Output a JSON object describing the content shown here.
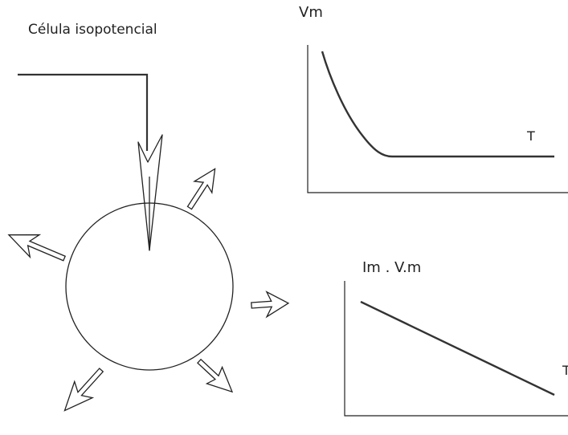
{
  "title": "Célula isopotencial",
  "top_graph": {
    "y_label": "Vm",
    "x_label": "T",
    "curve": "exponential-decay-to-plateau"
  },
  "bottom_graph": {
    "y_label": "Im . V.m",
    "x_label": "T",
    "curve": "linear-decreasing"
  },
  "cell": {
    "shape": "circle",
    "electrode": "current-injection-electrode",
    "outflow_arrows": 5
  },
  "colors": {
    "ink": "#222222",
    "background": "#ffffff"
  }
}
